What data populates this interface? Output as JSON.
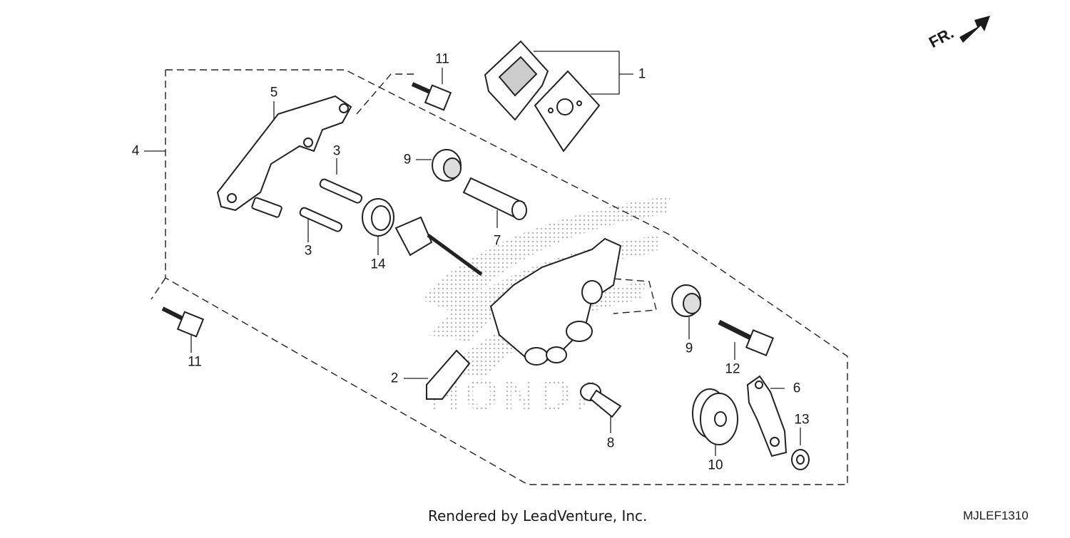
{
  "diagram": {
    "footer_credit": "Rendered by LeadVenture, Inc.",
    "diagram_code": "MJLEF1310",
    "direction_label": "FR.",
    "watermark": "HONDA",
    "callouts": {
      "c1": "1",
      "c2": "2",
      "c3a": "3",
      "c3b": "3",
      "c4": "4",
      "c5": "5",
      "c6": "6",
      "c7": "7",
      "c8": "8",
      "c9a": "9",
      "c9b": "9",
      "c10": "10",
      "c11a": "11",
      "c11b": "11",
      "c12": "12",
      "c13": "13",
      "c14": "14"
    }
  }
}
